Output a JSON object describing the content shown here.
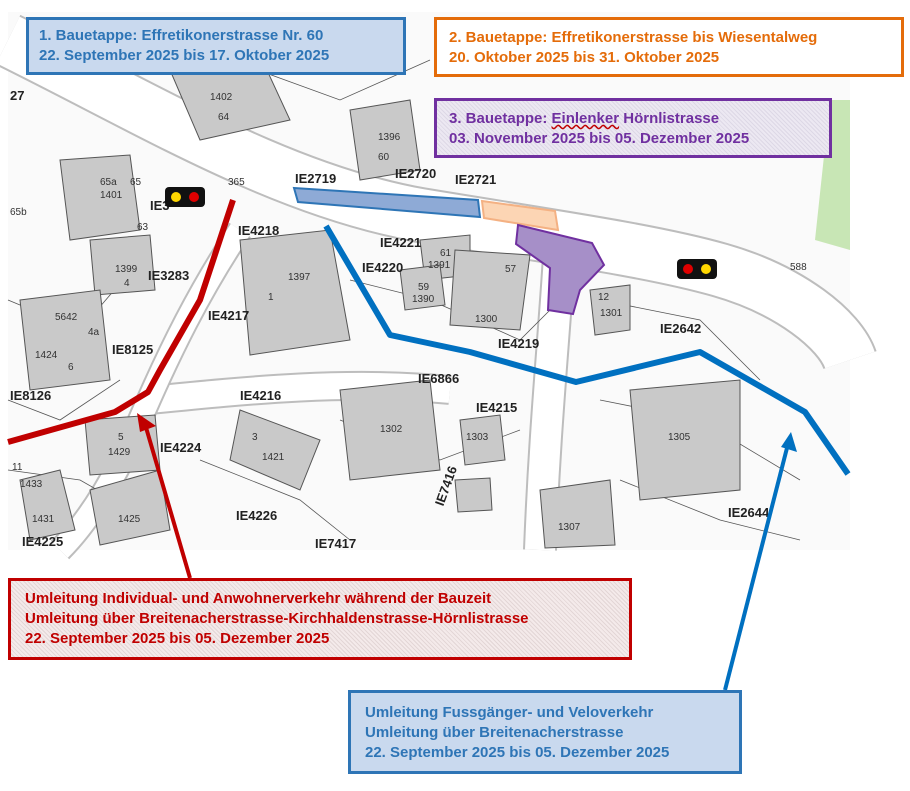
{
  "phases": [
    {
      "line1": "1. Bauetappe: Effretikonerstrasse Nr. 60",
      "line2": "22. September 2025 bis 17. Oktober 2025",
      "color": "#2e75b6"
    },
    {
      "line1": "2. Bauetappe: Effretikonerstrasse bis Wiesentalweg",
      "line2": "20. Oktober 2025 bis 31. Oktober 2025",
      "color": "#e46c0a"
    },
    {
      "line1a": "3. Bauetappe: ",
      "line1b": "Einlenker",
      "line1c": " Hörnlistrasse",
      "line2": "03. November 2025 bis 05. Dezember 2025",
      "color": "#7030a0"
    }
  ],
  "detours": {
    "vehicle": {
      "line1": "Umleitung Individual- und Anwohnerverkehr während der Bauzeit",
      "line2": "Umleitung über Breitenacherstrasse-Kirchhaldenstrasse-Hörnlistrasse",
      "line3": "22. September 2025 bis 05. Dezember 2025",
      "color": "#c00000"
    },
    "pedestrian": {
      "line1": "Umleitung Fussgänger- und Veloverkehr",
      "line2": "Umleitung über Breitenacherstrasse",
      "line3": "22. September 2025 bis 05. Dezember 2025",
      "color": "#2e75b6"
    }
  },
  "map_labels": {
    "ie2719": "IE2719",
    "ie2720": "IE2720",
    "ie2721": "IE2721",
    "ie3": "IE3",
    "ie3283": "IE3283",
    "ie4218": "IE4218",
    "ie4221": "IE4221",
    "ie4220": "IE4220",
    "ie4217": "IE4217",
    "ie4219": "IE4219",
    "ie8125": "IE8125",
    "ie8126": "IE8126",
    "ie4216": "IE4216",
    "ie6866": "IE6866",
    "ie4215": "IE4215",
    "ie4224": "IE4224",
    "ie7416": "IE7416",
    "ie4226": "IE4226",
    "ie4225": "IE4225",
    "ie7417": "IE7417",
    "ie2642": "IE2642",
    "ie2644": "IE2644",
    "ie27": "27",
    "n1402": "1402",
    "n64": "64",
    "n1396": "1396",
    "n60": "60",
    "n65a": "65a",
    "n1401": "1401",
    "n65": "65",
    "n63": "63",
    "n1399": "1399",
    "n4": "4",
    "n1397": "1397",
    "n1": "1",
    "n61": "61",
    "n1391": "1391",
    "n57": "57",
    "n59": "59",
    "n1390": "1390",
    "n1300": "1300",
    "n5642": "5642",
    "n4a": "4a",
    "n1424": "1424",
    "n6": "6",
    "n1302": "1302",
    "n1305": "1305",
    "n5": "5",
    "n1429": "1429",
    "n1421": "1421",
    "n3": "3",
    "n1307": "1307",
    "n1425": "1425",
    "n1431": "1431",
    "n1433": "1433",
    "n11": "11",
    "n1301": "1301",
    "n12": "12",
    "n1303": "1303",
    "n65b": "65b",
    "n365": "365",
    "n588": "588"
  }
}
